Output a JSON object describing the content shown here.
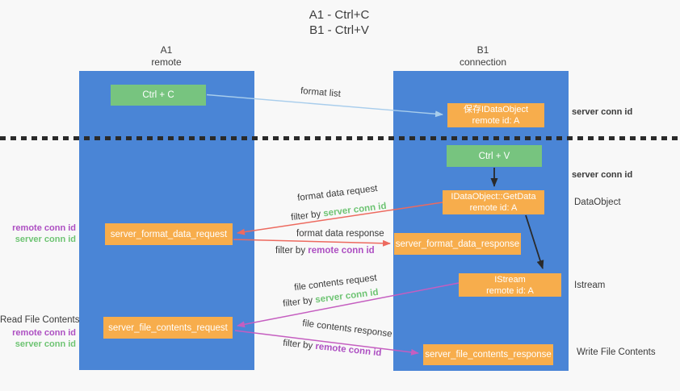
{
  "title": {
    "line1": "A1 - Ctrl+C",
    "line2": "B1 - Ctrl+V"
  },
  "lanes": {
    "left": {
      "title": "A1",
      "subtitle": "remote"
    },
    "right": {
      "title": "B1",
      "subtitle": "connection"
    }
  },
  "nodes": {
    "ctrl_c": {
      "label": "Ctrl + C"
    },
    "save_dataobject": {
      "line1": "保存IDataObject",
      "line2": "remote id: A"
    },
    "ctrl_v": {
      "label": "Ctrl + V"
    },
    "getdata": {
      "line1": "IDataObject::GetData",
      "line2": "remote id: A"
    },
    "istream": {
      "line1": "IStream",
      "line2": "remote id: A"
    },
    "format_request": {
      "label": "server_format_data_request"
    },
    "format_response": {
      "label": "server_format_data_response"
    },
    "file_request": {
      "label": "server_file_contents_request"
    },
    "file_response": {
      "label": "server_file_contents_response"
    }
  },
  "edge_labels": {
    "format_list": "format list",
    "format_data_request": "format data request",
    "format_data_response": "format data response",
    "file_contents_request": "file contents request",
    "file_contents_response": "file contents response"
  },
  "strings": {
    "filter_by": "filter by ",
    "server_conn_id": "server conn id",
    "remote_conn_id": "remote conn id"
  },
  "side_labels": {
    "dataobject": "DataObject",
    "istream": "Istream",
    "read_file_contents": "Read File Contents",
    "write_file_contents": "Write File Contents"
  },
  "colors": {
    "lane_blue": "#4a85d6",
    "node_green": "#77c47f",
    "node_orange": "#f7ad4c",
    "arrow_lightblue": "#a8cdec",
    "arrow_red": "#ed6a5f",
    "arrow_magenta": "#c55ec0",
    "arrow_black": "#2a2a2a",
    "text_green": "#6ec473",
    "text_purple": "#ad4fc2"
  }
}
